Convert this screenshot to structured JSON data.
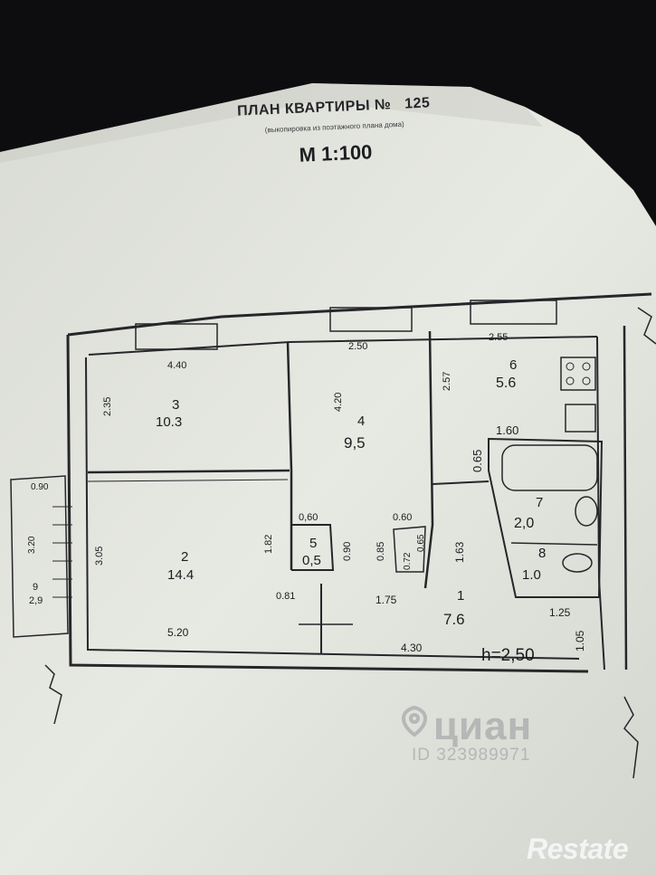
{
  "document": {
    "title": "ПЛАН КВАРТИРЫ №",
    "apartment_number": "125",
    "subtitle": "(выкопировка из поэтажного плана дома)",
    "scale": "М 1:100",
    "ceiling_height": "h=2,50"
  },
  "rooms": [
    {
      "number": "3",
      "area": "10.3"
    },
    {
      "number": "4",
      "area": "9,5"
    },
    {
      "number": "6",
      "area": "5.6"
    },
    {
      "number": "2",
      "area": "14.4"
    },
    {
      "number": "5",
      "area": "0,5"
    },
    {
      "number": "1",
      "area": "7.6"
    },
    {
      "number": "7",
      "area": "2,0"
    },
    {
      "number": "8",
      "area": "1.0"
    },
    {
      "number": "9",
      "area": "2,9"
    }
  ],
  "dimensions": [
    "4.40",
    "2.50",
    "2.55",
    "2.35",
    "4.20",
    "2.57",
    "1.60",
    "0.65",
    "0.90",
    "3.20",
    "3.05",
    "1.82",
    "0,60",
    "0.90",
    "0.85",
    "0.60",
    "0.72",
    "0.65",
    "1.63",
    "0.81",
    "1.75",
    "1.25",
    "1.05",
    "5.20",
    "4.30"
  ],
  "watermark": {
    "brand": "циан",
    "listing_id": "ID 323989971"
  },
  "logo": "Restate",
  "colors": {
    "paper": "#e6e8e2",
    "ink": "#1c1c1e",
    "background": "#0d0d10"
  }
}
